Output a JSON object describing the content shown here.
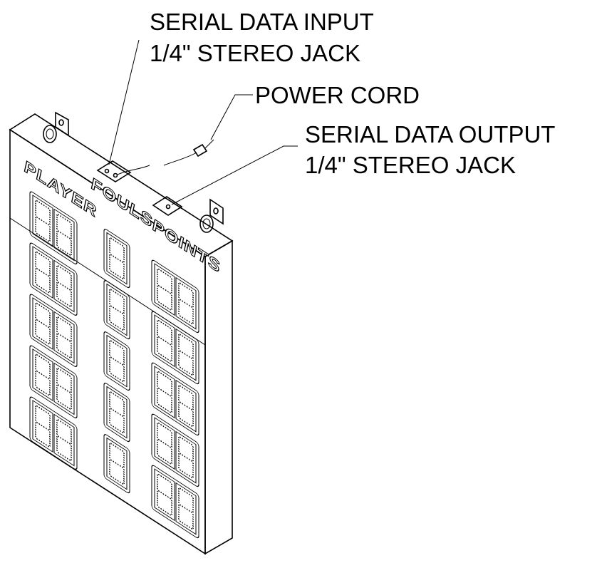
{
  "callouts": {
    "serial_input_line1": "SERIAL DATA INPUT",
    "serial_input_line2": "1/4\" STEREO JACK",
    "power_cord": "POWER CORD",
    "serial_output_line1": "SERIAL DATA OUTPUT",
    "serial_output_line2": "1/4\" STEREO JACK"
  },
  "board": {
    "headers": {
      "player": "PLAYER",
      "fouls": "FOULS",
      "points": "POINTS"
    },
    "rows": 5,
    "player_digits": 2,
    "fouls_digits": 1,
    "points_digits": 2
  }
}
